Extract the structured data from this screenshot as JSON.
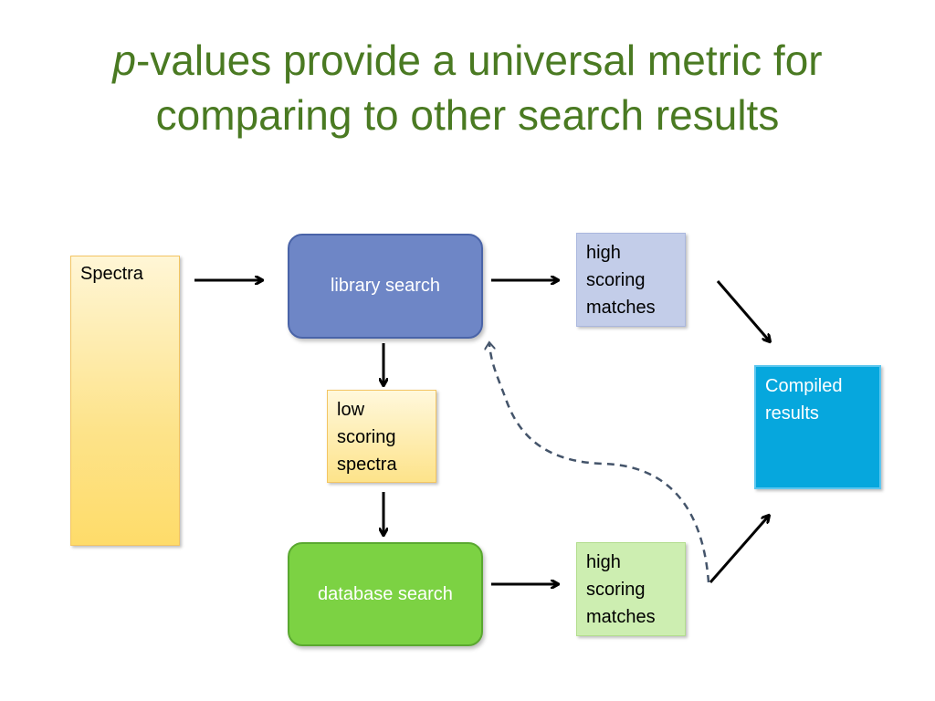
{
  "title": {
    "line1_italic": "p",
    "line1_rest": "-values provide a universal metric for",
    "line2": "comparing to other search results"
  },
  "boxes": {
    "spectra": "Spectra",
    "library_search": "library search",
    "high_scoring_top": [
      "high",
      "scoring",
      "matches"
    ],
    "low_scoring": [
      "low",
      "scoring",
      "spectra"
    ],
    "database_search": "database search",
    "high_scoring_bottom": [
      "high",
      "scoring",
      "matches"
    ],
    "compiled_results": [
      "Compiled",
      "results"
    ]
  },
  "colors": {
    "title": "#4a7a22",
    "library_search": "#6e86c6",
    "database_search": "#7cd243",
    "high_scoring_top": "#c3cde9",
    "high_scoring_bottom": "#cdeeb1",
    "low_scoring": "#fde38a",
    "spectra": "#fedc6a",
    "compiled_results": "#06a7dd",
    "feedback_arrow": "#44546a"
  }
}
